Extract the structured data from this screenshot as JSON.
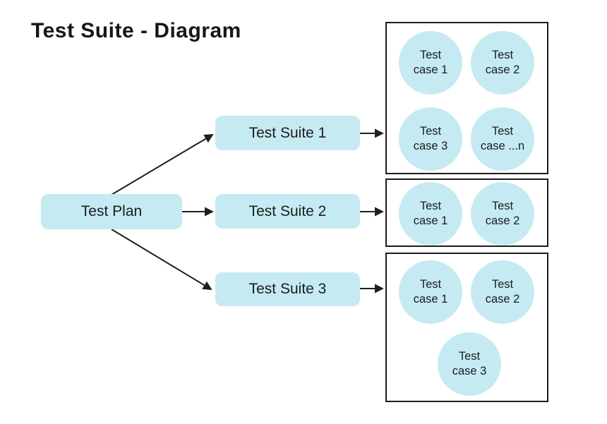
{
  "title": "Test Suite - Diagram",
  "palette": {
    "node_fill": "#C5EAF2",
    "line": "#1F1F1F",
    "border": "#1C1C1C",
    "text": "#1C1C1C",
    "background": "#FFFFFF"
  },
  "test_plan": {
    "label": "Test Plan"
  },
  "suites": [
    {
      "label": "Test Suite 1"
    },
    {
      "label": "Test Suite 2"
    },
    {
      "label": "Test Suite 3"
    }
  ],
  "case_groups": [
    {
      "suite": "Test Suite 1",
      "cases": [
        {
          "label": "Test\ncase 1"
        },
        {
          "label": "Test\ncase 2"
        },
        {
          "label": "Test\ncase 3"
        },
        {
          "label": "Test\ncase ...n"
        }
      ]
    },
    {
      "suite": "Test Suite 2",
      "cases": [
        {
          "label": "Test\ncase 1"
        },
        {
          "label": "Test\ncase 2"
        }
      ]
    },
    {
      "suite": "Test Suite 3",
      "cases": [
        {
          "label": "Test\ncase 1"
        },
        {
          "label": "Test\ncase 2"
        },
        {
          "label": "Test\ncase 3"
        }
      ]
    }
  ],
  "edges": [
    {
      "from": "Test Plan",
      "to": "Test Suite 1"
    },
    {
      "from": "Test Plan",
      "to": "Test Suite 2"
    },
    {
      "from": "Test Plan",
      "to": "Test Suite 3"
    },
    {
      "from": "Test Suite 1",
      "to": "Test Suite 1 cases"
    },
    {
      "from": "Test Suite 2",
      "to": "Test Suite 2 cases"
    },
    {
      "from": "Test Suite 3",
      "to": "Test Suite 3 cases"
    }
  ]
}
